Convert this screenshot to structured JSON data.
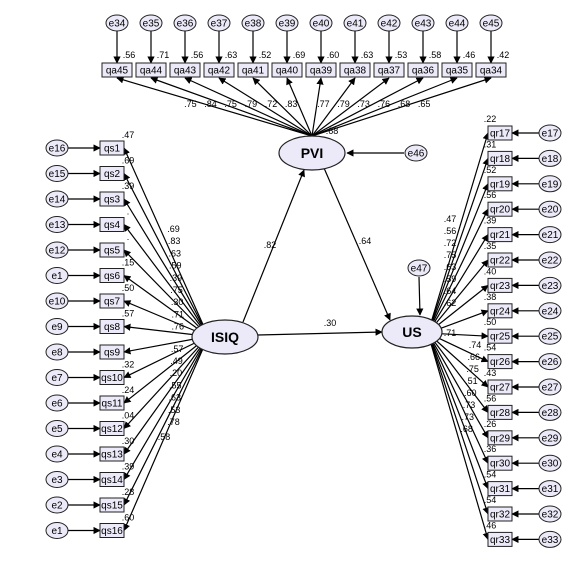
{
  "latent": {
    "pvi": {
      "label": "PVI",
      "error": "e46"
    },
    "isiq": {
      "label": "ISIQ"
    },
    "us": {
      "label": "US",
      "error": "e47"
    }
  },
  "paths": {
    "isiq_pvi": ".82",
    "pvi_us": ".64",
    "isiq_us": ".30",
    "pvi_us_r2": ".68"
  },
  "pvi_items": [
    {
      "item": "qa45",
      "error": "e34",
      "r2": ".56",
      "loading": ".75"
    },
    {
      "item": "qa44",
      "error": "e35",
      "r2": ".71",
      "loading": ".84"
    },
    {
      "item": "qa43",
      "error": "e36",
      "r2": ".56",
      "loading": ".75"
    },
    {
      "item": "qa42",
      "error": "e37",
      "r2": ".63",
      "loading": ".79"
    },
    {
      "item": "qa41",
      "error": "e38",
      "r2": ".52",
      "loading": ".72"
    },
    {
      "item": "qa40",
      "error": "e39",
      "r2": ".69",
      "loading": ".83"
    },
    {
      "item": "qa39",
      "error": "e40",
      "r2": ".60",
      "loading": ".77"
    },
    {
      "item": "qa38",
      "error": "e41",
      "r2": ".63",
      "loading": ".79"
    },
    {
      "item": "qa37",
      "error": "e42",
      "r2": ".53",
      "loading": ".73"
    },
    {
      "item": "qa36",
      "error": "e43",
      "r2": ".58",
      "loading": ".76"
    },
    {
      "item": "qa35",
      "error": "e44",
      "r2": ".46",
      "loading": ".68"
    },
    {
      "item": "qa34",
      "error": "e45",
      "r2": ".42",
      "loading": ".65"
    }
  ],
  "isiq_items": [
    {
      "item": "qs1",
      "error": "e16",
      "r2": ".47",
      "loading": ".69"
    },
    {
      "item": "qs2",
      "error": "e15",
      "r2": ".69",
      "loading": ".83"
    },
    {
      "item": "qs3",
      "error": "e14",
      "r2": ".39",
      "loading": ".63"
    },
    {
      "item": "qs4",
      "error": "e13",
      "r2": ".",
      "loading": ".59"
    },
    {
      "item": "qs5",
      "error": "e12",
      "r2": ".",
      "loading": ".39"
    },
    {
      "item": "qs6",
      "error": "e1",
      "r2": ".15",
      "loading": ".75"
    },
    {
      "item": "qs7",
      "error": "e10",
      "r2": ".50",
      "loading": ".30"
    },
    {
      "item": "qs8",
      "error": "e9",
      "r2": ".57",
      "loading": ".71"
    },
    {
      "item": "qs9",
      "error": "e8",
      "r2": "",
      "loading": ".76"
    },
    {
      "item": "qs10",
      "error": "e7",
      "r2": ".32",
      "loading": ".57"
    },
    {
      "item": "qs11",
      "error": "e6",
      "r2": ".24",
      "loading": ".49"
    },
    {
      "item": "qs12",
      "error": "e5",
      "r2": ".04",
      "loading": ".20"
    },
    {
      "item": "qs13",
      "error": "e4",
      "r2": ".30",
      "loading": ".55"
    },
    {
      "item": "qs14",
      "error": "e3",
      "r2": ".39",
      "loading": ".63"
    },
    {
      "item": "qs15",
      "error": "e2",
      "r2": ".28",
      "loading": ".53"
    },
    {
      "item": "qs16",
      "error": "e1",
      "r2": ".60",
      "loading": ".78"
    }
  ],
  "isiq_extra_loading": ".58",
  "us_items": [
    {
      "item": "qr17",
      "error": "e17",
      "r2": ".22",
      "loading": ".47"
    },
    {
      "item": "qr18",
      "error": "e18",
      "r2": ".31",
      "loading": ".56"
    },
    {
      "item": "qr19",
      "error": "e19",
      "r2": ".52",
      "loading": ".72"
    },
    {
      "item": "qr20",
      "error": "e20",
      "r2": ".56",
      "loading": ".75"
    },
    {
      "item": "qr21",
      "error": "e21",
      "r2": ".39",
      "loading": ".63"
    },
    {
      "item": "qr22",
      "error": "e22",
      "r2": ".35",
      "loading": ".59"
    },
    {
      "item": "qr23",
      "error": "e23",
      "r2": ".40",
      "loading": ".64"
    },
    {
      "item": "qr24",
      "error": "e24",
      "r2": ".38",
      "loading": ".62"
    },
    {
      "item": "qr25",
      "error": "e25",
      "r2": ".50",
      "loading": ".71"
    },
    {
      "item": "qr26",
      "error": "e26",
      "r2": ".54",
      "loading": ".74"
    },
    {
      "item": "qr27",
      "error": "e27",
      "r2": ".43",
      "loading": ".66"
    },
    {
      "item": "qr28",
      "error": "e28",
      "r2": ".56",
      "loading": ".75"
    },
    {
      "item": "qr29",
      "error": "e29",
      "r2": ".26",
      "loading": ".51"
    },
    {
      "item": "qr30",
      "error": "e30",
      "r2": ".36",
      "loading": ".60"
    },
    {
      "item": "qr31",
      "error": "e31",
      "r2": ".54",
      "loading": ".73"
    },
    {
      "item": "qr32",
      "error": "e32",
      "r2": ".54",
      "loading": ".73"
    },
    {
      "item": "qr33",
      "error": "e33",
      "r2": ".46",
      "loading": ".68"
    }
  ],
  "colors": {
    "line": "#000000",
    "node_fill": "#eceaf8",
    "node_stroke": "#222222"
  }
}
